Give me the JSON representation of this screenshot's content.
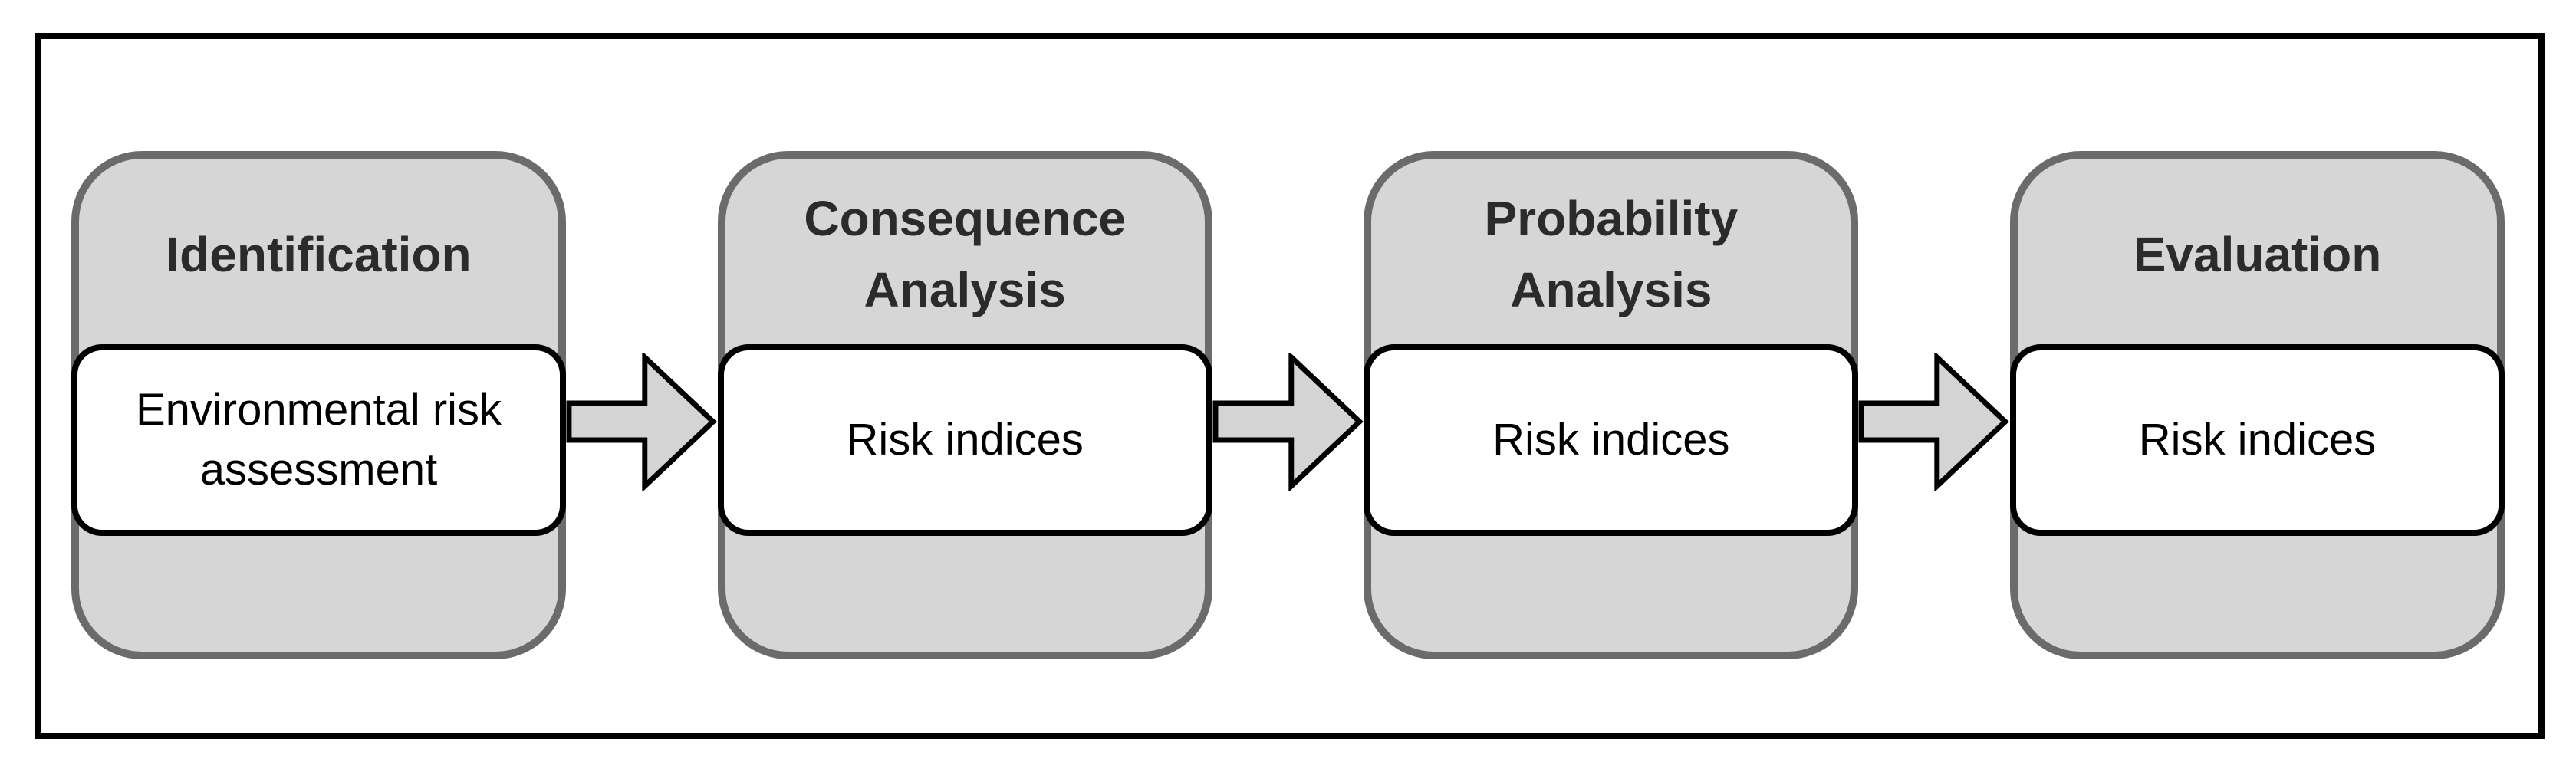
{
  "colors": {
    "stage_fill": "#d6d6d6",
    "stage_border": "#6b6b6b",
    "inner_fill": "#ffffff",
    "inner_border": "#000000",
    "arrow_fill": "#d4d4d4",
    "arrow_stroke": "#000000",
    "frame_border": "#000000",
    "title_text": "#2b2b2b",
    "inner_text": "#000000"
  },
  "diagram": {
    "type": "process-flow",
    "direction": "left-to-right",
    "stages": [
      {
        "title": "Identification",
        "output": "Environmental risk assessment"
      },
      {
        "title": "Consequence Analysis",
        "output": "Risk indices"
      },
      {
        "title": "Probability Analysis",
        "output": "Risk indices"
      },
      {
        "title": "Evaluation",
        "output": "Risk indices"
      }
    ],
    "connector": "right-arrow"
  }
}
